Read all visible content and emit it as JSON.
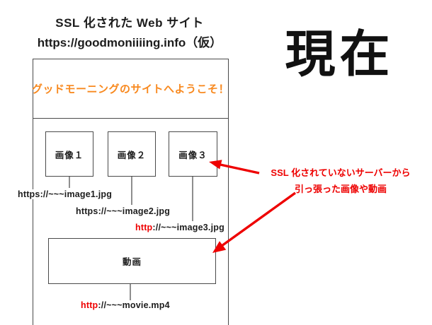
{
  "header": {
    "title": "SSL 化された Web サイト",
    "subtitle": "https://goodmoniiiing.info（仮）",
    "status_label": "現在"
  },
  "website": {
    "welcome_banner": "グッドモーニングのサイトへようこそ！",
    "image_boxes": [
      {
        "label": "画像１",
        "url_scheme": "https",
        "url_rest": "://~~~image1.jpg"
      },
      {
        "label": "画像２",
        "url_scheme": "https",
        "url_rest": "://~~~image2.jpg"
      },
      {
        "label": "画像３",
        "url_scheme": "http",
        "url_rest": "://~~~image3.jpg"
      }
    ],
    "video_box": {
      "label": "動画",
      "url_scheme": "http",
      "url_rest": "://~~~movie.mp4"
    }
  },
  "annotation": {
    "line1": "SSL 化されていないサーバーから",
    "line2": "引っ張った画像や動画"
  },
  "colors": {
    "accent_orange": "#f8891f",
    "alert_red": "#ee0000",
    "ink": "#1c1c1c",
    "wireframe_border": "#4a4a4a"
  }
}
